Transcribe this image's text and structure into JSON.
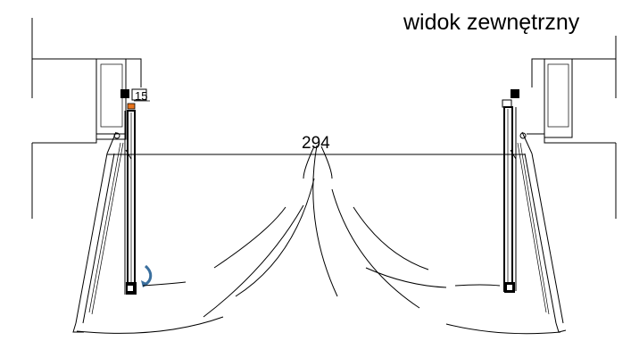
{
  "view_label": "widok zewnętrzny",
  "dimensions": {
    "opening_width": "294",
    "detail_dim": "15"
  },
  "colors": {
    "line": "#000000",
    "accent_orange": "#e8731c",
    "arrow_blue": "#3a6f9e"
  },
  "icons": {
    "rotation_arrow": "curved-arrow-icon"
  }
}
